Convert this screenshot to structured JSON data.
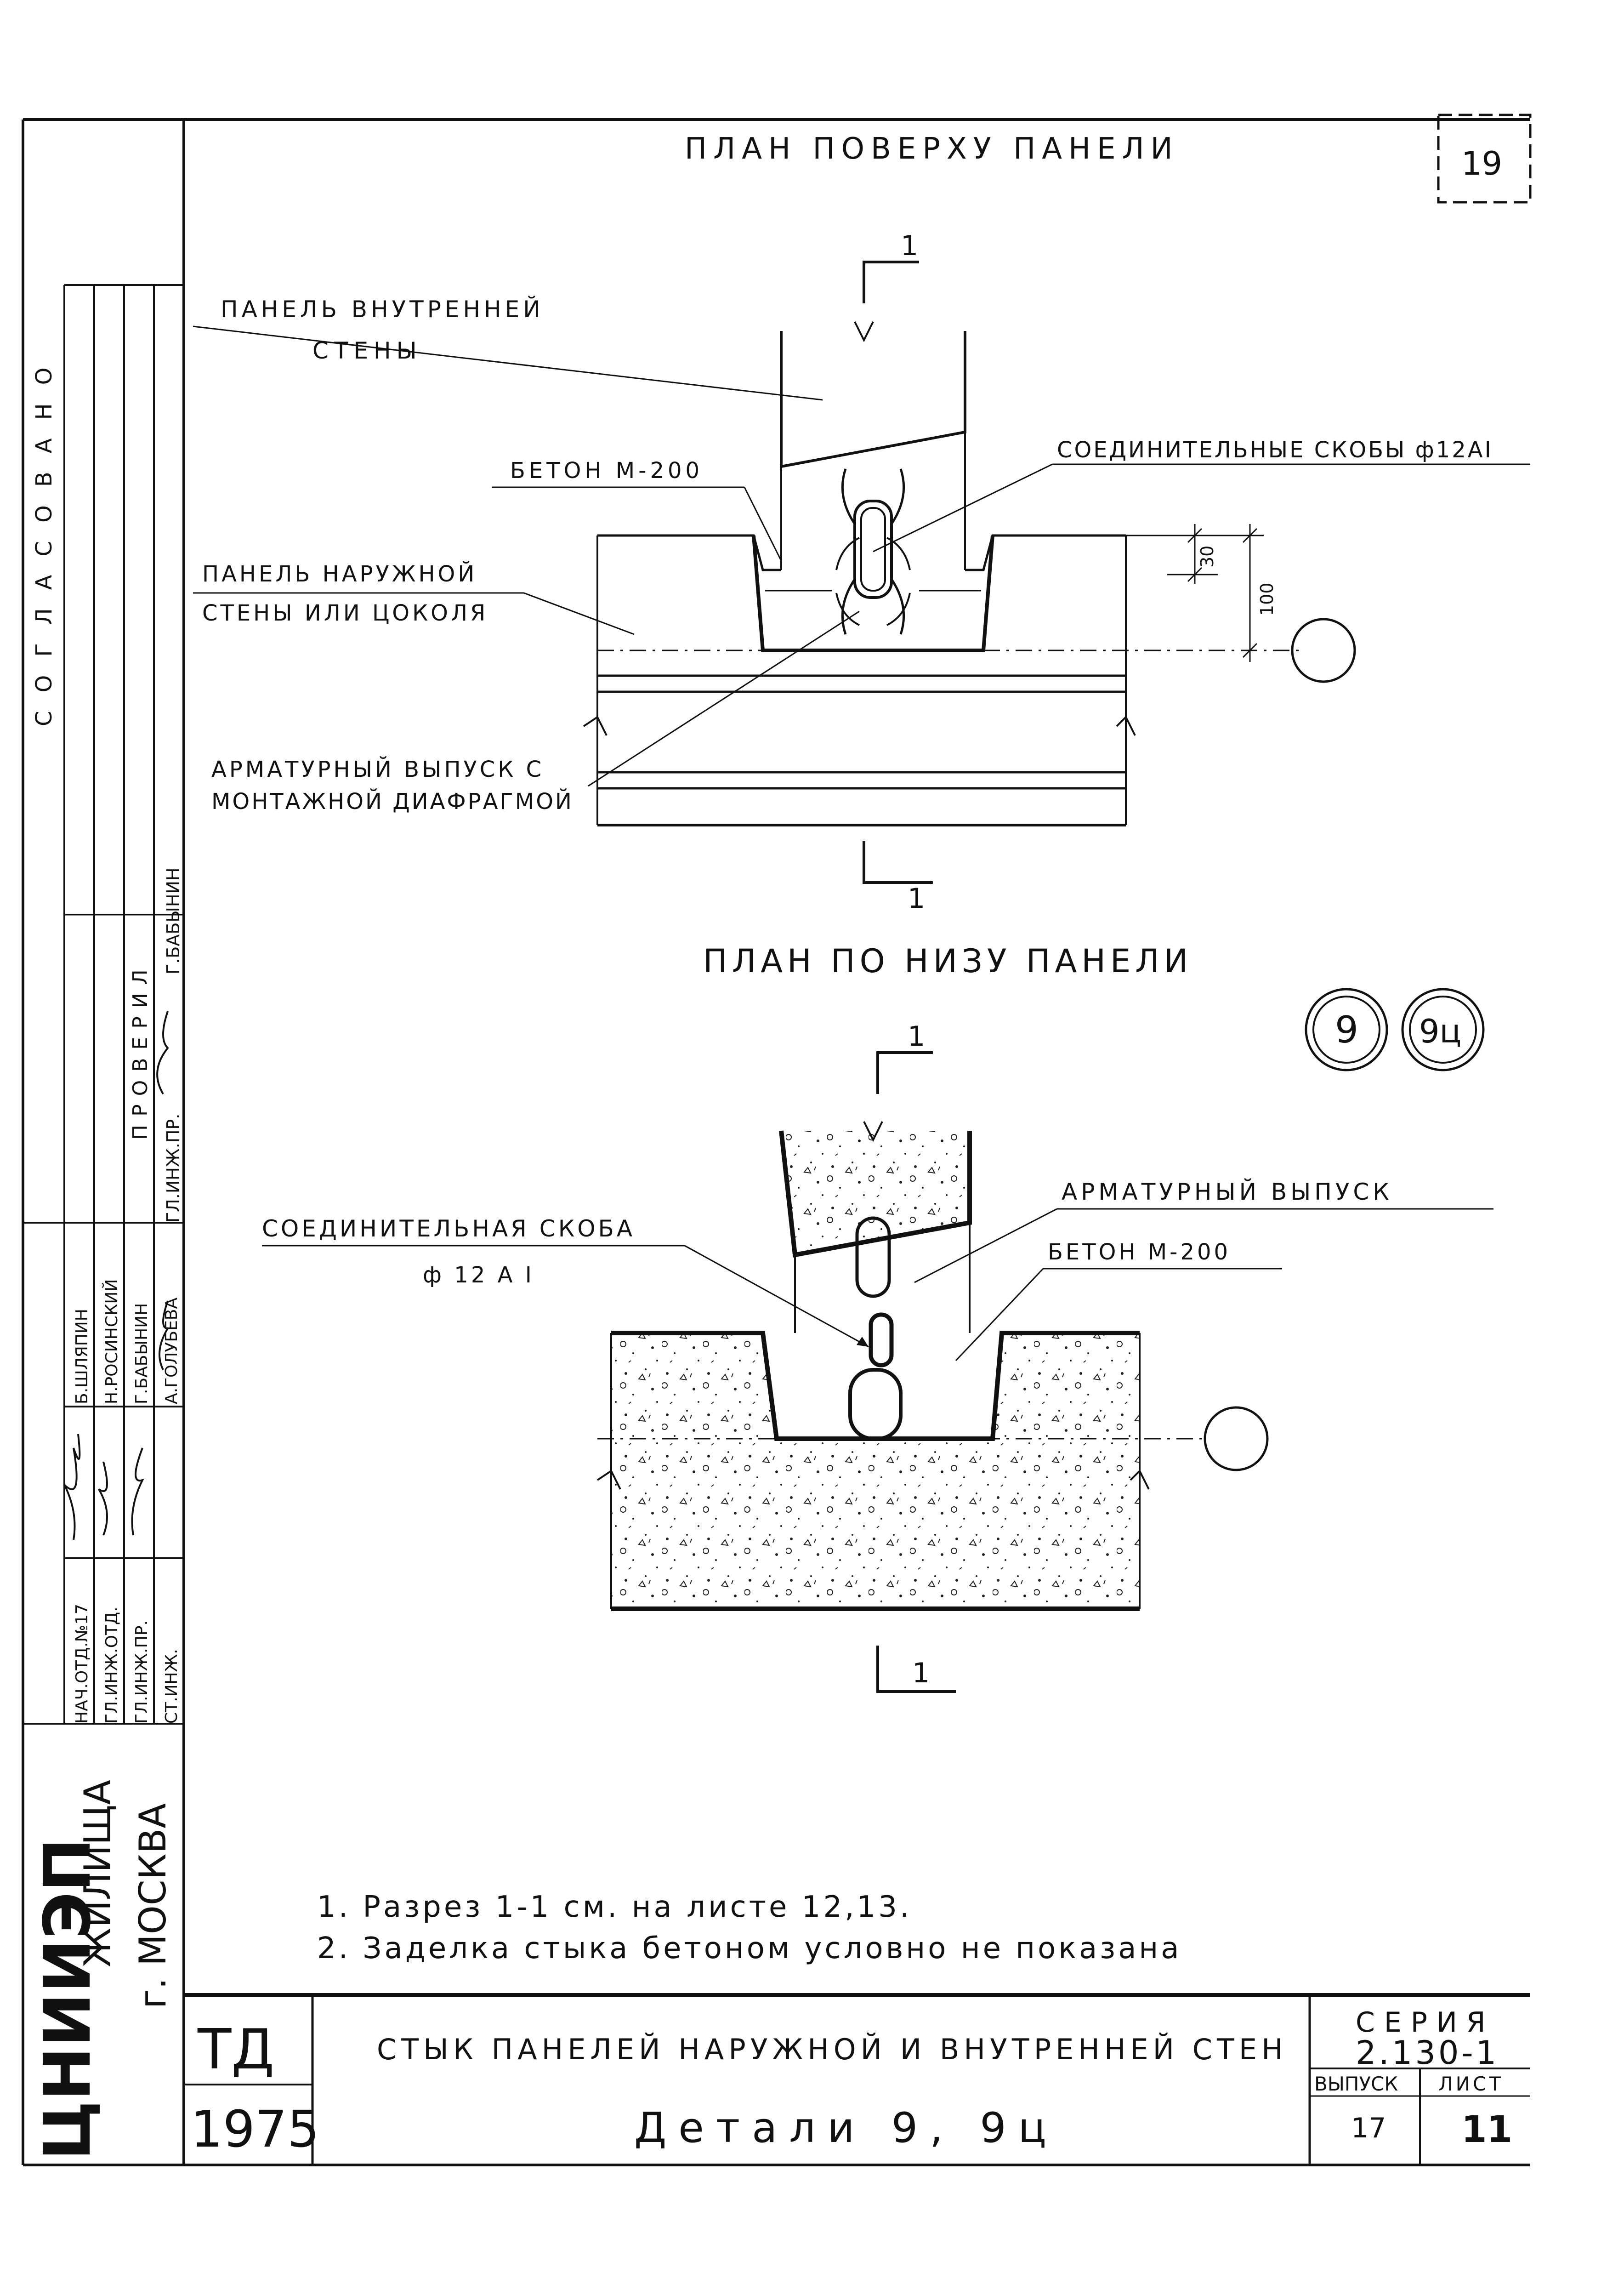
{
  "sheet": {
    "top_title": "ПЛАН ПОВЕРХУ ПАНЕЛИ",
    "sheet_corner_number": "19",
    "bottom_title": "ПЛАН ПО НИЗУ ПАНЕЛИ",
    "detail_marks": [
      "9",
      "9ц"
    ],
    "section_mark": "1"
  },
  "top_plan": {
    "label_inner_panel_1": "ПАНЕЛЬ ВНУТРЕННЕЙ",
    "label_inner_panel_2": "СТЕНЫ",
    "label_concrete": "БЕТОН  М-200",
    "label_brackets": "СОЕДИНИТЕЛЬНЫЕ СКОБЫ ф12АI",
    "label_outer_panel_1": "ПАНЕЛЬ НАРУЖНОЙ",
    "label_outer_panel_2": "СТЕНЫ ИЛИ ЦОКОЛЯ",
    "label_rebar_1": "АРМАТУРНЫЙ ВЫПУСК С",
    "label_rebar_2": "МОНТАЖНОЙ ДИАФРАГМОЙ",
    "dim_30": "30",
    "dim_100": "100"
  },
  "bottom_plan": {
    "label_rebar": "АРМАТУРНЫЙ  ВЫПУСК",
    "label_concrete": "БЕТОН М-200",
    "label_bracket_1": "СОЕДИНИТЕЛЬНАЯ  СКОБА",
    "label_bracket_2": "ф 12 А I"
  },
  "notes": [
    "1. Разрез 1-1 см. на листе 12,13.",
    "2. Заделка стыка бетоном условно не показана"
  ],
  "left_strip": {
    "agreed": "СОГЛАСОВАНО",
    "checked": "ПРОВЕРИЛ",
    "chief_eng_pr": "ГЛ.ИНЖ.ПР.",
    "checker_name": "Г.БАБЫНИН",
    "rows": [
      {
        "role": "НАЧ.ОТД.№17",
        "name": "Б.ШЛЯПИН"
      },
      {
        "role": "ГЛ.ИНЖ.ОТД.",
        "name": "Н.РОСИНСКИЙ"
      },
      {
        "role": "ГЛ.ИНЖ.ПР.",
        "name": "Г.БАБЫНИН"
      },
      {
        "role": "СТ.ИНЖ.",
        "name": "А.ГОЛУБЕВА"
      }
    ],
    "org": "ЦНИИЭП",
    "org_sub": "ЖИЛИЩА",
    "city": "г. МОСКВА"
  },
  "title_block": {
    "code": "ТД",
    "year": "1975",
    "title_line1": "СТЫК  ПАНЕЛЕЙ НАРУЖНОЙ И ВНУТРЕННЕЙ СТЕН",
    "title_line2": "Детали 9, 9ц",
    "series_label": "СЕРИЯ",
    "series_value": "2.130-1",
    "issue_label": "ВЫПУСК",
    "issue_value": "17",
    "sheet_label": "ЛИСТ",
    "sheet_value": "11"
  }
}
